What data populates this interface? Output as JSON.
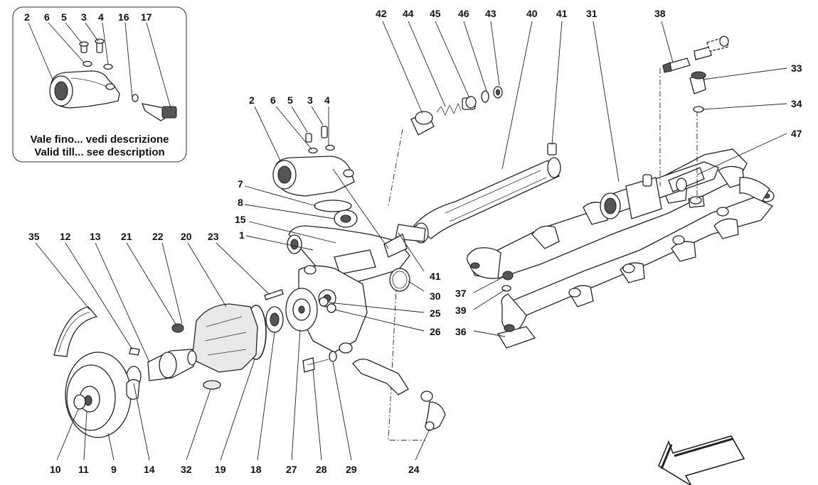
{
  "inset": {
    "note_it": "Vale fino... vedi descrizione",
    "note_en": "Valid till... see description",
    "callouts": [
      "2",
      "6",
      "5",
      "3",
      "4",
      "16",
      "17"
    ]
  },
  "callouts": {
    "top_row": [
      "42",
      "44",
      "45",
      "46",
      "43",
      "40",
      "41",
      "31",
      "38"
    ],
    "upper_left": [
      "2",
      "6",
      "5",
      "3",
      "4"
    ],
    "left_column": [
      "7",
      "8",
      "15",
      "1"
    ],
    "left_row": [
      "35",
      "12",
      "13",
      "21",
      "22",
      "20",
      "23"
    ],
    "right_side": [
      "33",
      "34",
      "47",
      "37",
      "39",
      "36"
    ],
    "middle_right": [
      "41",
      "30",
      "25",
      "26"
    ],
    "bottom_row": [
      "10",
      "11",
      "9",
      "14",
      "32",
      "19",
      "18",
      "27",
      "28",
      "29",
      "24"
    ]
  },
  "icons": [
    "direction-arrow-icon"
  ]
}
